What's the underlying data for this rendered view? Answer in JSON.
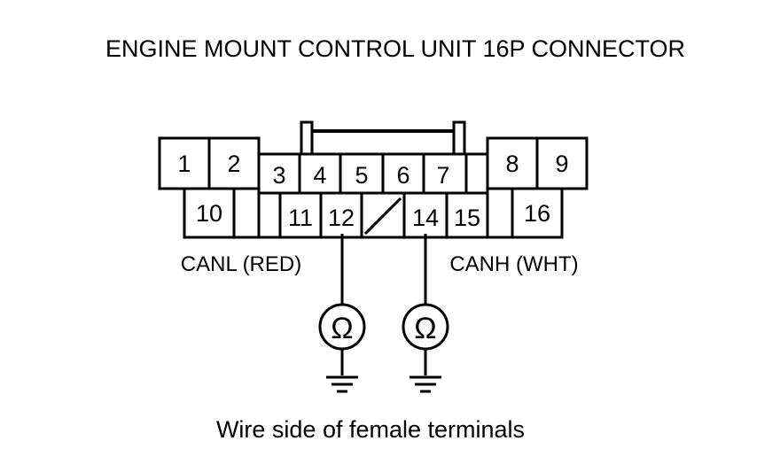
{
  "title": "ENGINE MOUNT CONTROL UNIT 16P CONNECTOR",
  "connector": {
    "terminals": [
      "1",
      "2",
      "3",
      "4",
      "5",
      "6",
      "7",
      "8",
      "9",
      "10",
      "11",
      "12",
      "14",
      "15",
      "16"
    ]
  },
  "probes": {
    "left_label": "CANL (RED)",
    "right_label": "CANH (WHT)",
    "meter_symbol": "Ω",
    "meter_icon": "ohmmeter-icon",
    "ground_icon": "ground-icon"
  },
  "caption": "Wire side of female terminals"
}
